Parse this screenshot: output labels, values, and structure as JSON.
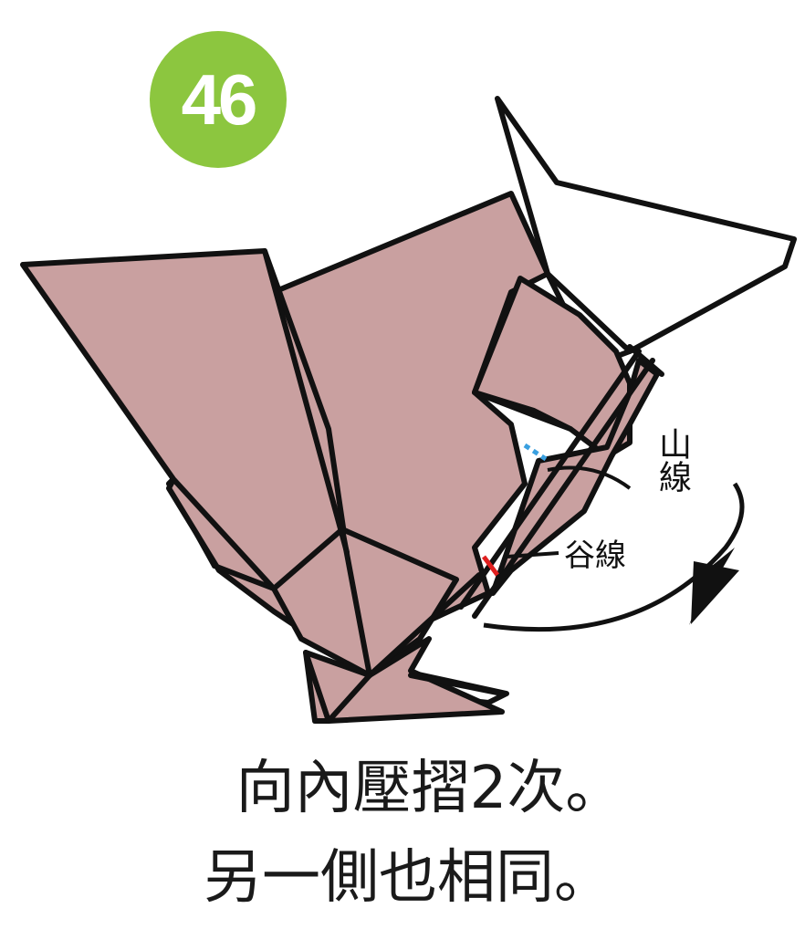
{
  "step": {
    "number": "46",
    "badge_color": "#8cc63f"
  },
  "paper_color": "#c9a0a0",
  "labels": {
    "mountain_fold": "山線",
    "valley_fold": "谷線"
  },
  "caption": {
    "line1": "向內壓摺2次。",
    "line2": "另一側也相同。"
  }
}
